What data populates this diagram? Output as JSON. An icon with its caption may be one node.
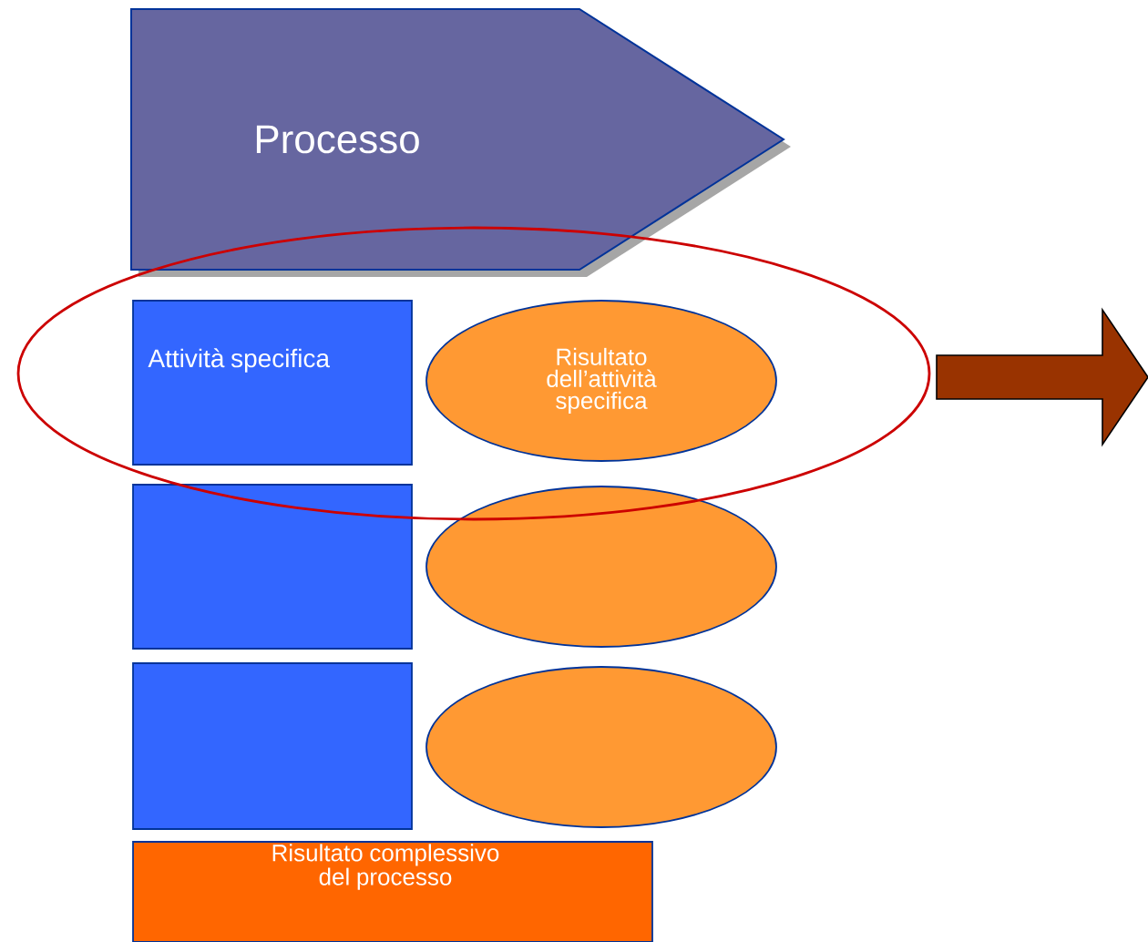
{
  "diagram": {
    "nodes": [
      {
        "text": [
          "Processo"
        ]
      },
      {
        "text": [],
        "shape": "ellipse"
      },
      {
        "text": [
          "Attività specifica"
        ],
        "in": 1
      },
      {
        "text": [
          "Risultato dell’attività specifica"
        ],
        "in": 1
      },
      {
        "text": [],
        "shape": "box"
      },
      {
        "text": [],
        "shape": "ellipse"
      },
      {
        "text": [],
        "shape": "box"
      },
      {
        "text": [],
        "shape": "ellipse"
      },
      {
        "text": [
          "Risultato complessivo del processo"
        ]
      }
    ]
  }
}
